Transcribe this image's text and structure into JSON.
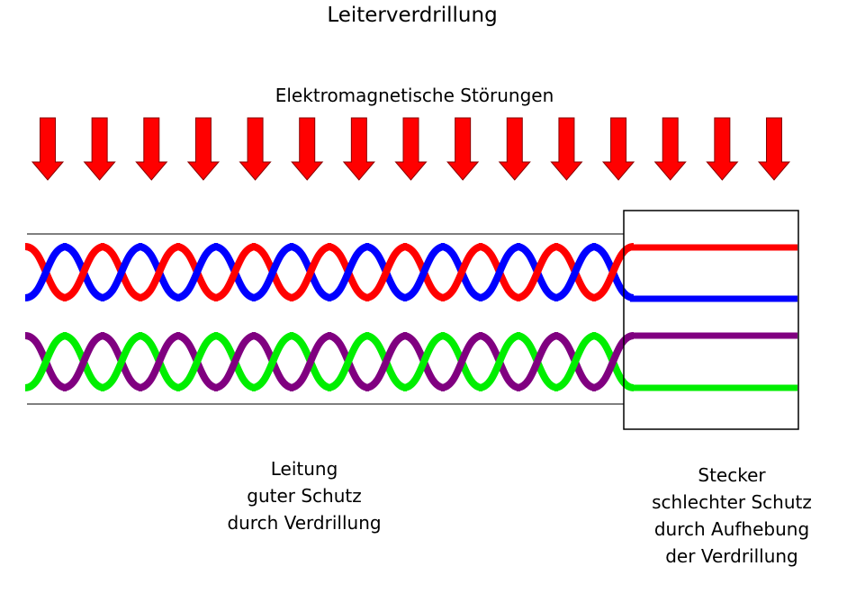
{
  "title": "Leiterverdrillung",
  "disturbance_label": "Elektromagnetische Störungen",
  "cable_label": [
    "Leitung",
    "guter Schutz",
    "durch Verdrillung"
  ],
  "plug_label": [
    "Stecker",
    "schlechter Schutz",
    "durch Aufhebung",
    "der Verdrillung"
  ],
  "colors": {
    "arrow": "#ff0000",
    "pair1_a": "#ff0000",
    "pair1_b": "#0000ff",
    "pair2_a": "#800080",
    "pair2_b": "#00ee00",
    "outline": "#000000"
  },
  "arrow_count": 15,
  "twists_per_pair": 8
}
